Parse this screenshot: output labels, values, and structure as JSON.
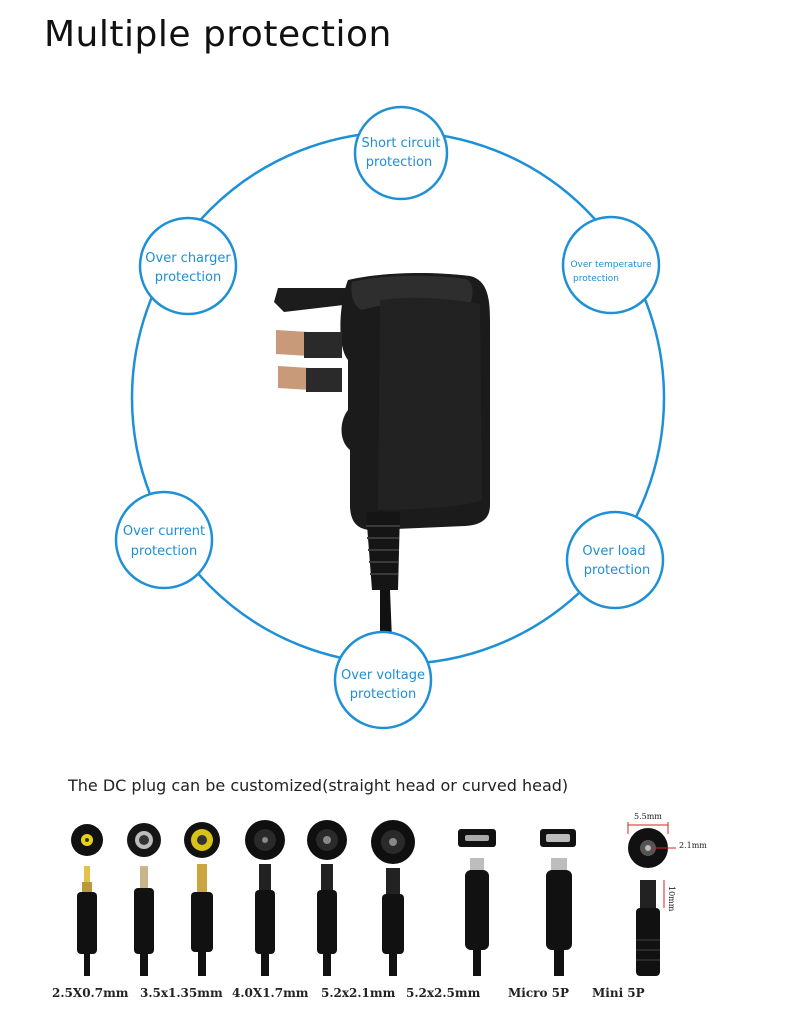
{
  "title": "Multiple protection",
  "protections": [
    {
      "line1": "Short circuit",
      "line2": "protection"
    },
    {
      "line1": "Over temperature",
      "line2": "protection"
    },
    {
      "line1": "Over load",
      "line2": "protection"
    },
    {
      "line1": "Over voltage",
      "line2": "protection"
    },
    {
      "line1": "Over current",
      "line2": "protection"
    },
    {
      "line1": "Over charger",
      "line2": "protection"
    }
  ],
  "subtitle": "The DC plug can be customized(straight head or curved head)",
  "plugs": [
    {
      "label": "2.5X0.7mm"
    },
    {
      "label": "3.5x1.35mm"
    },
    {
      "label": "4.0X1.7mm"
    },
    {
      "label": "5.2x2.1mm"
    },
    {
      "label": "5.2x2.5mm"
    },
    {
      "label": "Micro 5P"
    },
    {
      "label": "Mini 5P"
    }
  ],
  "dimensions": {
    "outer": "5.5mm",
    "inner": "2.1mm",
    "length": "10mm"
  },
  "colors": {
    "accent": "#1e90d6",
    "text_accent": "#1e8fd4",
    "adapter": "#1b1b1b"
  }
}
